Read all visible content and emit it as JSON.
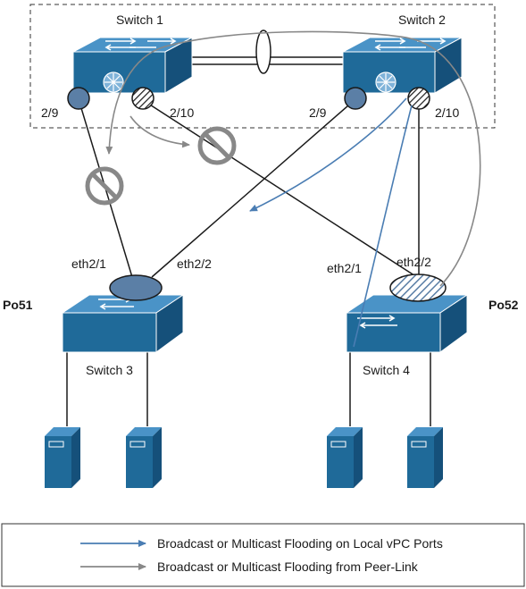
{
  "switches": {
    "switch1": "Switch 1",
    "switch2": "Switch 2",
    "switch3": "Switch 3",
    "switch4": "Switch 4"
  },
  "ports": {
    "s1_p9": "2/9",
    "s1_p10": "2/10",
    "s2_p9": "2/9",
    "s2_p10": "2/10",
    "s3_eth1": "eth2/1",
    "s3_eth2": "eth2/2",
    "s4_eth1": "eth2/1",
    "s4_eth2": "eth2/2"
  },
  "port_channels": {
    "left": "Po51",
    "right": "Po52"
  },
  "legend": {
    "blue_label": "Broadcast or Multicast Flooding on Local vPC Ports",
    "gray_label": "Broadcast or Multicast Flooding from Peer-Link"
  },
  "colors": {
    "switch_top": "#2f7cae",
    "switch_side": "#1b5b86",
    "port_fill": "#5b7fa6",
    "blue_flow": "#4a7db3",
    "gray_flow": "#888888",
    "server": "#1e6699"
  }
}
